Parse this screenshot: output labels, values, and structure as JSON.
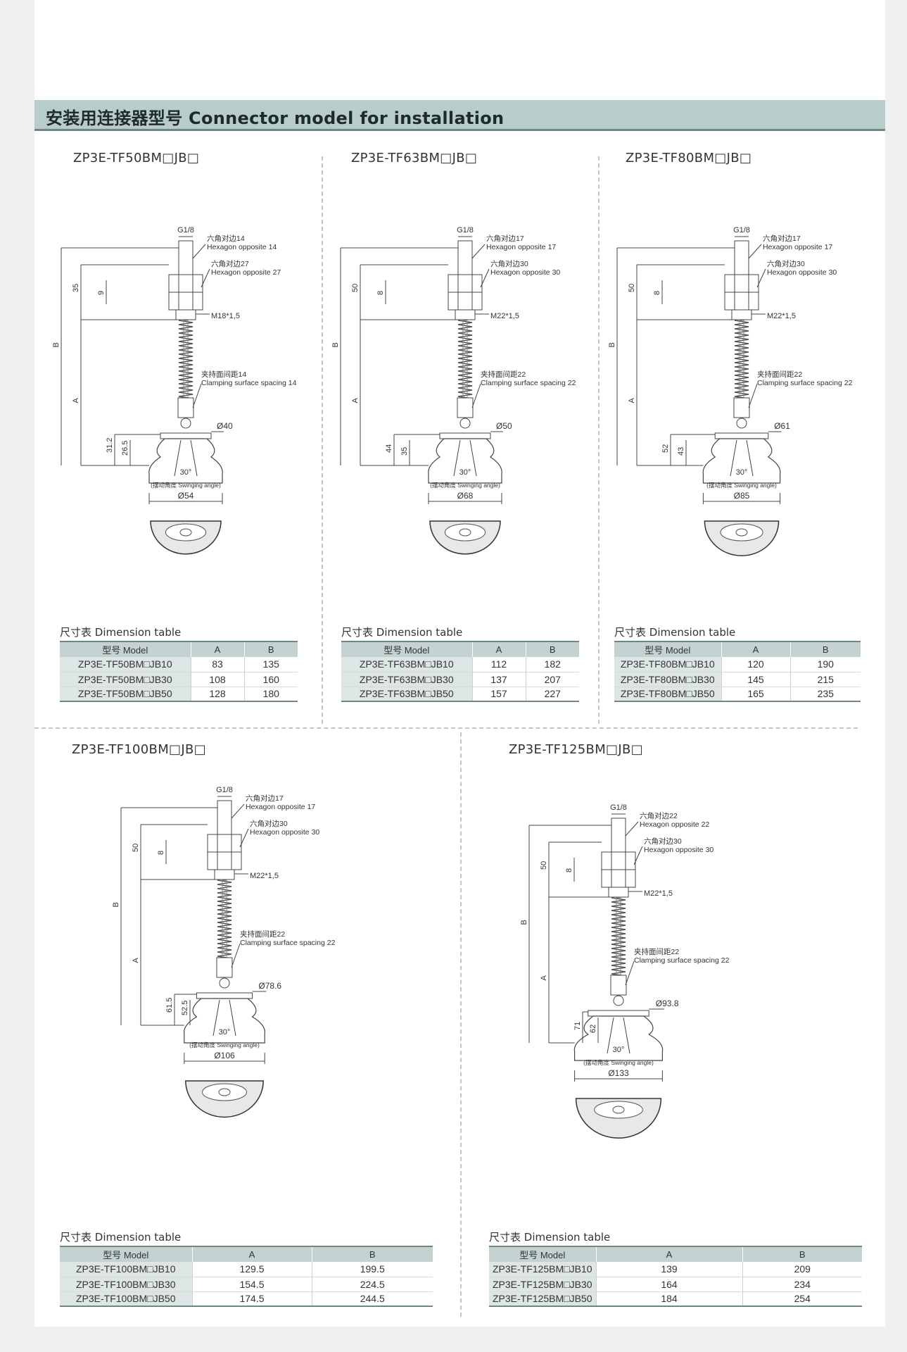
{
  "header": {
    "title": "安装用连接器型号 Connector model for installation"
  },
  "panels": [
    {
      "model": "ZP3E-TF50BM□JB□",
      "fig": {
        "g": "G1/8",
        "hex1_cn": "六角对边14",
        "hex1_en": "Hexagon opposite 14",
        "hex2_cn": "六角对边27",
        "hex2_en": "Hexagon opposite 27",
        "thread": "M18*1,5",
        "clamp_cn": "夹持面间距14",
        "clamp_en": "Clamping surface spacing 14",
        "d_top": "Ø40",
        "d_bot": "Ø54",
        "angle": "30°",
        "swing": "(摆动角度 Swinging angle)",
        "dim_top": "35",
        "dim_hex": "9",
        "dim_a": "A",
        "dim_b": "B",
        "dim_low1": "31.2",
        "dim_low2": "26.5"
      },
      "table_title": "尺寸表 Dimension table",
      "headers": [
        "型号 Model",
        "A",
        "B"
      ],
      "rows": [
        [
          "ZP3E-TF50BM□JB10",
          "83",
          "135"
        ],
        [
          "ZP3E-TF50BM□JB30",
          "108",
          "160"
        ],
        [
          "ZP3E-TF50BM□JB50",
          "128",
          "180"
        ]
      ]
    },
    {
      "model": "ZP3E-TF63BM□JB□",
      "fig": {
        "g": "G1/8",
        "hex1_cn": "六角对边17",
        "hex1_en": "Hexagon opposite 17",
        "hex2_cn": "六角对边30",
        "hex2_en": "Hexagon opposite 30",
        "thread": "M22*1,5",
        "clamp_cn": "夹持面间距22",
        "clamp_en": "Clamping surface spacing 22",
        "d_top": "Ø50",
        "d_bot": "Ø68",
        "angle": "30°",
        "swing": "(摆动角度 Swinging angle)",
        "dim_top": "50",
        "dim_hex": "8",
        "dim_a": "A",
        "dim_b": "B",
        "dim_low1": "44",
        "dim_low2": "35"
      },
      "table_title": "尺寸表 Dimension table",
      "headers": [
        "型号 Model",
        "A",
        "B"
      ],
      "rows": [
        [
          "ZP3E-TF63BM□JB10",
          "112",
          "182"
        ],
        [
          "ZP3E-TF63BM□JB30",
          "137",
          "207"
        ],
        [
          "ZP3E-TF63BM□JB50",
          "157",
          "227"
        ]
      ]
    },
    {
      "model": "ZP3E-TF80BM□JB□",
      "fig": {
        "g": "G1/8",
        "hex1_cn": "六角对边17",
        "hex1_en": "Hexagon opposite 17",
        "hex2_cn": "六角对边30",
        "hex2_en": "Hexagon opposite 30",
        "thread": "M22*1,5",
        "clamp_cn": "夹持面间距22",
        "clamp_en": "Clamping surface spacing 22",
        "d_top": "Ø61",
        "d_bot": "Ø85",
        "angle": "30°",
        "swing": "(摆动角度 Swinging angle)",
        "dim_top": "50",
        "dim_hex": "8",
        "dim_a": "A",
        "dim_b": "B",
        "dim_low1": "52",
        "dim_low2": "43"
      },
      "table_title": "尺寸表 Dimension table",
      "headers": [
        "型号 Model",
        "A",
        "B"
      ],
      "rows": [
        [
          "ZP3E-TF80BM□JB10",
          "120",
          "190"
        ],
        [
          "ZP3E-TF80BM□JB30",
          "145",
          "215"
        ],
        [
          "ZP3E-TF80BM□JB50",
          "165",
          "235"
        ]
      ]
    },
    {
      "model": "ZP3E-TF100BM□JB□",
      "fig": {
        "g": "G1/8",
        "hex1_cn": "六角对边17",
        "hex1_en": "Hexagon opposite 17",
        "hex2_cn": "六角对边30",
        "hex2_en": "Hexagon opposite 30",
        "thread": "M22*1,5",
        "clamp_cn": "夹持面间距22",
        "clamp_en": "Clamping surface spacing 22",
        "d_top": "Ø78.6",
        "d_bot": "Ø106",
        "angle": "30°",
        "swing": "(摆动角度 Swinging angle)",
        "dim_top": "50",
        "dim_hex": "8",
        "dim_a": "A",
        "dim_b": "B",
        "dim_low1": "61.5",
        "dim_low2": "52.5"
      },
      "table_title": "尺寸表 Dimension table",
      "headers": [
        "型号 Model",
        "A",
        "B"
      ],
      "rows": [
        [
          "ZP3E-TF100BM□JB10",
          "129.5",
          "199.5"
        ],
        [
          "ZP3E-TF100BM□JB30",
          "154.5",
          "224.5"
        ],
        [
          "ZP3E-TF100BM□JB50",
          "174.5",
          "244.5"
        ]
      ]
    },
    {
      "model": "ZP3E-TF125BM□JB□",
      "fig": {
        "g": "G1/8",
        "hex1_cn": "六角对边22",
        "hex1_en": "Hexagon opposite 22",
        "hex2_cn": "六角对边30",
        "hex2_en": "Hexagon opposite 30",
        "thread": "M22*1,5",
        "clamp_cn": "夹持面间距22",
        "clamp_en": "Clamping surface spacing 22",
        "d_top": "Ø93.8",
        "d_bot": "Ø133",
        "angle": "30°",
        "swing": "(摆动角度 Swinging angle)",
        "dim_top": "50",
        "dim_hex": "8",
        "dim_a": "A",
        "dim_b": "B",
        "dim_low1": "71",
        "dim_low2": "62"
      },
      "table_title": "尺寸表 Dimension table",
      "headers": [
        "型号 Model",
        "A",
        "B"
      ],
      "rows": [
        [
          "ZP3E-TF125BM□JB10",
          "139",
          "209"
        ],
        [
          "ZP3E-TF125BM□JB30",
          "164",
          "234"
        ],
        [
          "ZP3E-TF125BM□JB50",
          "184",
          "254"
        ]
      ]
    }
  ]
}
